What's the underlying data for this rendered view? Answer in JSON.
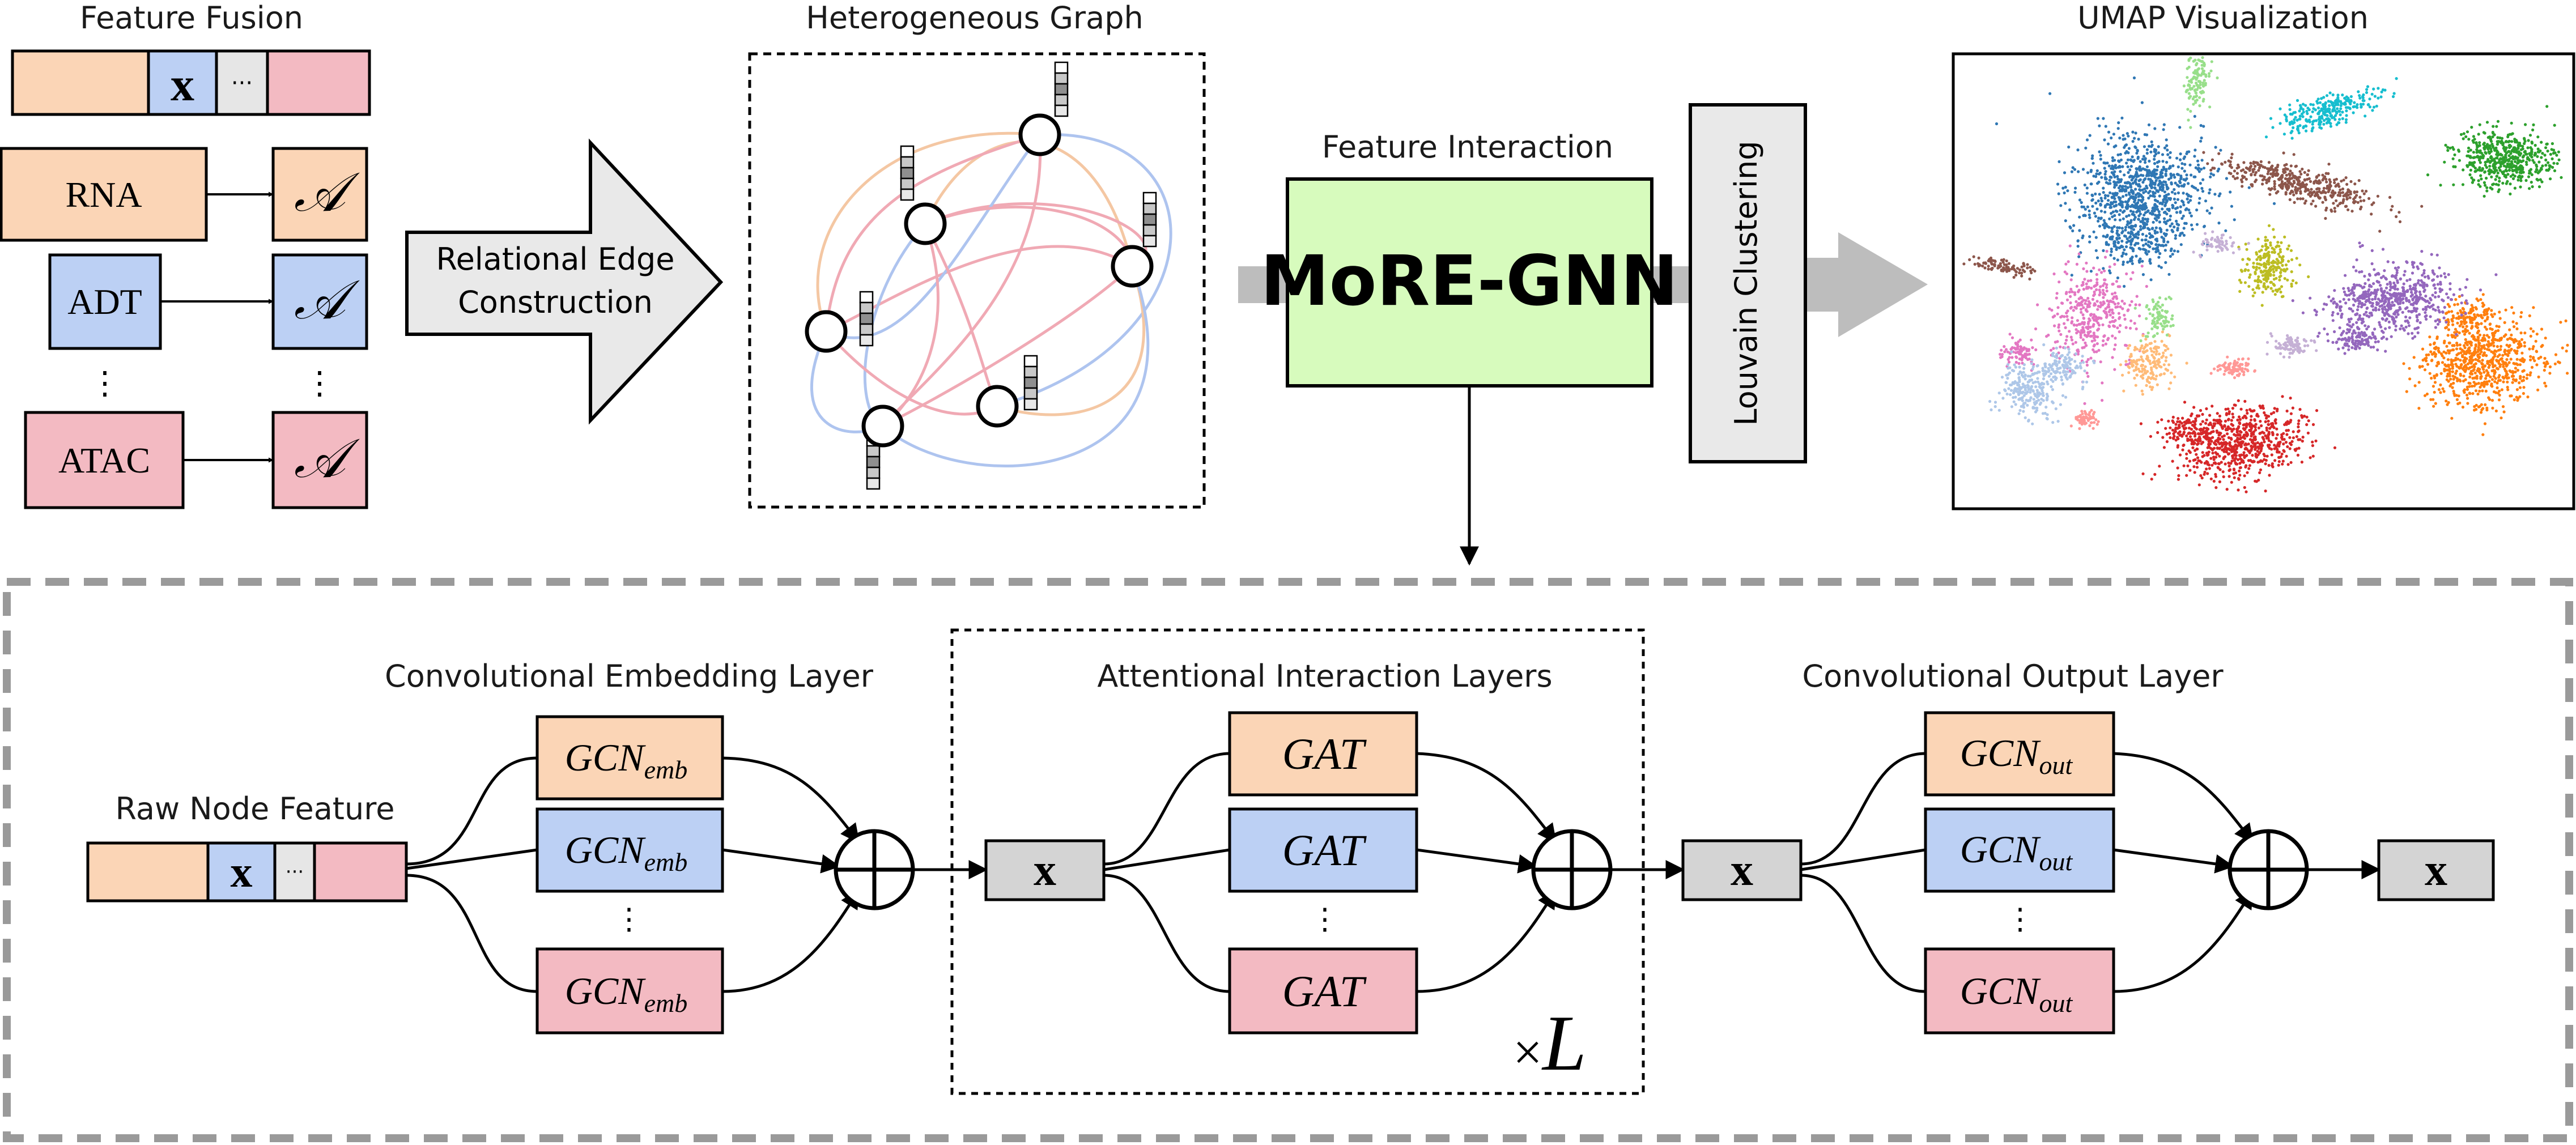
{
  "colors": {
    "peach": "#fbd5b6",
    "blue": "#bcd0f4",
    "pink": "#f3bac2",
    "lightgray": "#e6e6e6",
    "gray": "#d4d4d4",
    "more_green": "#d7fbbd",
    "stroke": "#000000",
    "bigarrow": "#bdbdbd",
    "edge_peach": "#f4c7a3",
    "edge_blue": "#aec4ef",
    "edge_pink": "#f0a9b4"
  },
  "fusion": {
    "title": "Feature Fusion",
    "vector": {
      "x_symbol": "x",
      "dots": "···"
    },
    "modalities": [
      {
        "name": "RNA",
        "adj": "𝒜",
        "color": "peach"
      },
      {
        "name": "ADT",
        "adj": "𝒜",
        "color": "blue"
      },
      {
        "name": "ATAC",
        "adj": "𝒜",
        "color": "pink"
      }
    ],
    "vdots": "⋮"
  },
  "edge_construction": {
    "line1": "Relational Edge",
    "line2": "Construction"
  },
  "graph": {
    "title": "Heterogeneous Graph"
  },
  "interaction": {
    "title": "Feature Interaction",
    "model": "MoRE-GNN"
  },
  "louvain": {
    "label": "Louvain Clustering"
  },
  "umap": {
    "title": "UMAP Visualization",
    "clusters": [
      {
        "color": "#2f77b4"
      },
      {
        "color": "#ff7f0e"
      },
      {
        "color": "#d62728"
      },
      {
        "color": "#9467bd"
      },
      {
        "color": "#2ca02c"
      },
      {
        "color": "#8c564b"
      },
      {
        "color": "#e377c2"
      },
      {
        "color": "#17becf"
      },
      {
        "color": "#bcbd22"
      },
      {
        "color": "#aec7e8"
      },
      {
        "color": "#ffbb78"
      },
      {
        "color": "#98df8a"
      },
      {
        "color": "#c49c94"
      },
      {
        "color": "#ff9896"
      },
      {
        "color": "#c5b0d5"
      }
    ]
  },
  "detail": {
    "raw_title": "Raw Node Feature",
    "emb": {
      "title": "Convolutional Embedding Layer",
      "base": "GCN",
      "sub": "emb"
    },
    "att": {
      "title": "Attentional Interaction Layers",
      "label": "GAT",
      "times": "×",
      "L": "L"
    },
    "out": {
      "title": "Convolutional Output Layer",
      "base": "GCN",
      "sub": "out"
    },
    "x": "x",
    "dots": "···",
    "vdots": "⋮"
  }
}
